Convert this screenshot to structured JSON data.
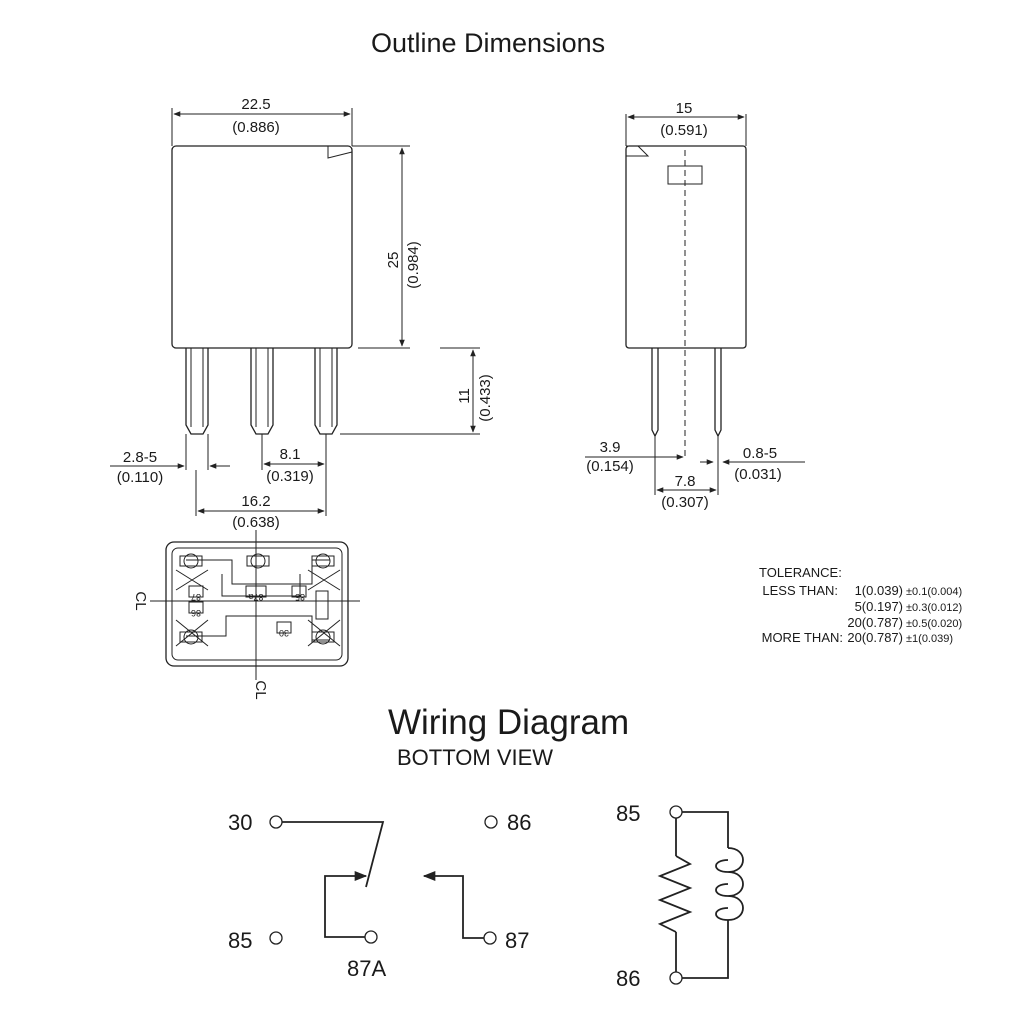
{
  "titles": {
    "outline": "Outline Dimensions",
    "wiring": "Wiring Diagram",
    "view": "BOTTOM VIEW"
  },
  "dims": {
    "front_width_mm": "22.5",
    "front_width_in": "(0.886)",
    "height_mm": "25",
    "height_in": "(0.984)",
    "pin_len_mm": "11",
    "pin_len_in": "(0.433)",
    "pin_w_mm": "2.8-5",
    "pin_w_in": "(0.110)",
    "pin_pitch_mm": "8.1",
    "pin_pitch_in": "(0.319)",
    "pin_span_mm": "16.2",
    "pin_span_in": "(0.638)",
    "side_width_mm": "15",
    "side_width_in": "(0.591)",
    "side_offset_mm": "3.9",
    "side_offset_in": "(0.154)",
    "side_span_mm": "7.8",
    "side_span_in": "(0.307)",
    "pin_thick_mm": "0.8-5",
    "pin_thick_in": "(0.031)"
  },
  "footprint": {
    "centerline": "CL",
    "pins": [
      "87",
      "87a",
      "85",
      "86",
      "30"
    ]
  },
  "tolerance": {
    "header": "TOLERANCE:",
    "rows": [
      {
        "label": "LESS THAN:",
        "value": "1(0.039)",
        "tol": "±0.1(0.004)"
      },
      {
        "label": "",
        "value": "5(0.197)",
        "tol": "±0.3(0.012)"
      },
      {
        "label": "",
        "value": "20(0.787)",
        "tol": "±0.5(0.020)"
      },
      {
        "label": "MORE THAN:",
        "value": "20(0.787)",
        "tol": "±1(0.039)"
      }
    ]
  },
  "wiring": {
    "pins": {
      "p30": "30",
      "p86": "86",
      "p85": "85",
      "p87": "87",
      "p87a": "87A",
      "coil_top": "85",
      "coil_bottom": "86"
    }
  }
}
